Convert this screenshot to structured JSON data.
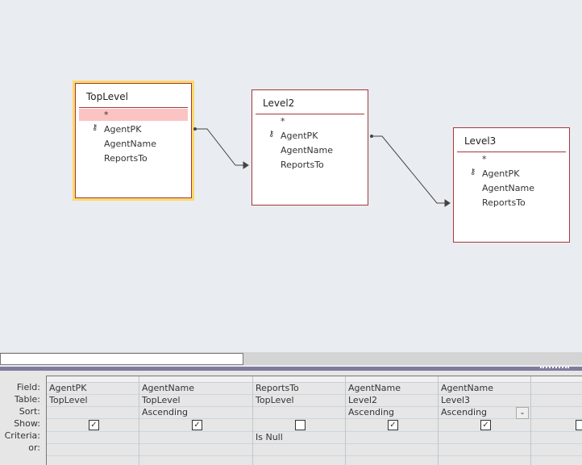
{
  "tables": [
    {
      "name": "TopLevel",
      "fields": [
        "*",
        "AgentPK",
        "AgentName",
        "ReportsTo"
      ],
      "key_field": "AgentPK",
      "selected": true
    },
    {
      "name": "Level2",
      "fields": [
        "*",
        "AgentPK",
        "AgentName",
        "ReportsTo"
      ],
      "key_field": "AgentPK",
      "selected": false
    },
    {
      "name": "Level3",
      "fields": [
        "*",
        "AgentPK",
        "AgentName",
        "ReportsTo"
      ],
      "key_field": "AgentPK",
      "selected": false
    }
  ],
  "grid": {
    "row_labels": [
      "Field:",
      "Table:",
      "Sort:",
      "Show:",
      "Criteria:",
      "or:"
    ],
    "columns": [
      {
        "field": "AgentPK",
        "table": "TopLevel",
        "sort": "",
        "show": true,
        "criteria": "",
        "or": ""
      },
      {
        "field": "AgentName",
        "table": "TopLevel",
        "sort": "Ascending",
        "show": true,
        "criteria": "",
        "or": ""
      },
      {
        "field": "ReportsTo",
        "table": "TopLevel",
        "sort": "",
        "show": false,
        "criteria": "Is Null",
        "or": ""
      },
      {
        "field": "AgentName",
        "table": "Level2",
        "sort": "Ascending",
        "show": true,
        "criteria": "",
        "or": ""
      },
      {
        "field": "AgentName",
        "table": "Level3",
        "sort": "Ascending",
        "show": true,
        "criteria": "",
        "or": ""
      },
      {
        "field": "",
        "table": "",
        "sort": "",
        "show": false,
        "criteria": "",
        "or": ""
      }
    ]
  },
  "icons": {
    "key": "key-icon",
    "check": "checkmark",
    "dropdown": "chevron-down-icon"
  }
}
